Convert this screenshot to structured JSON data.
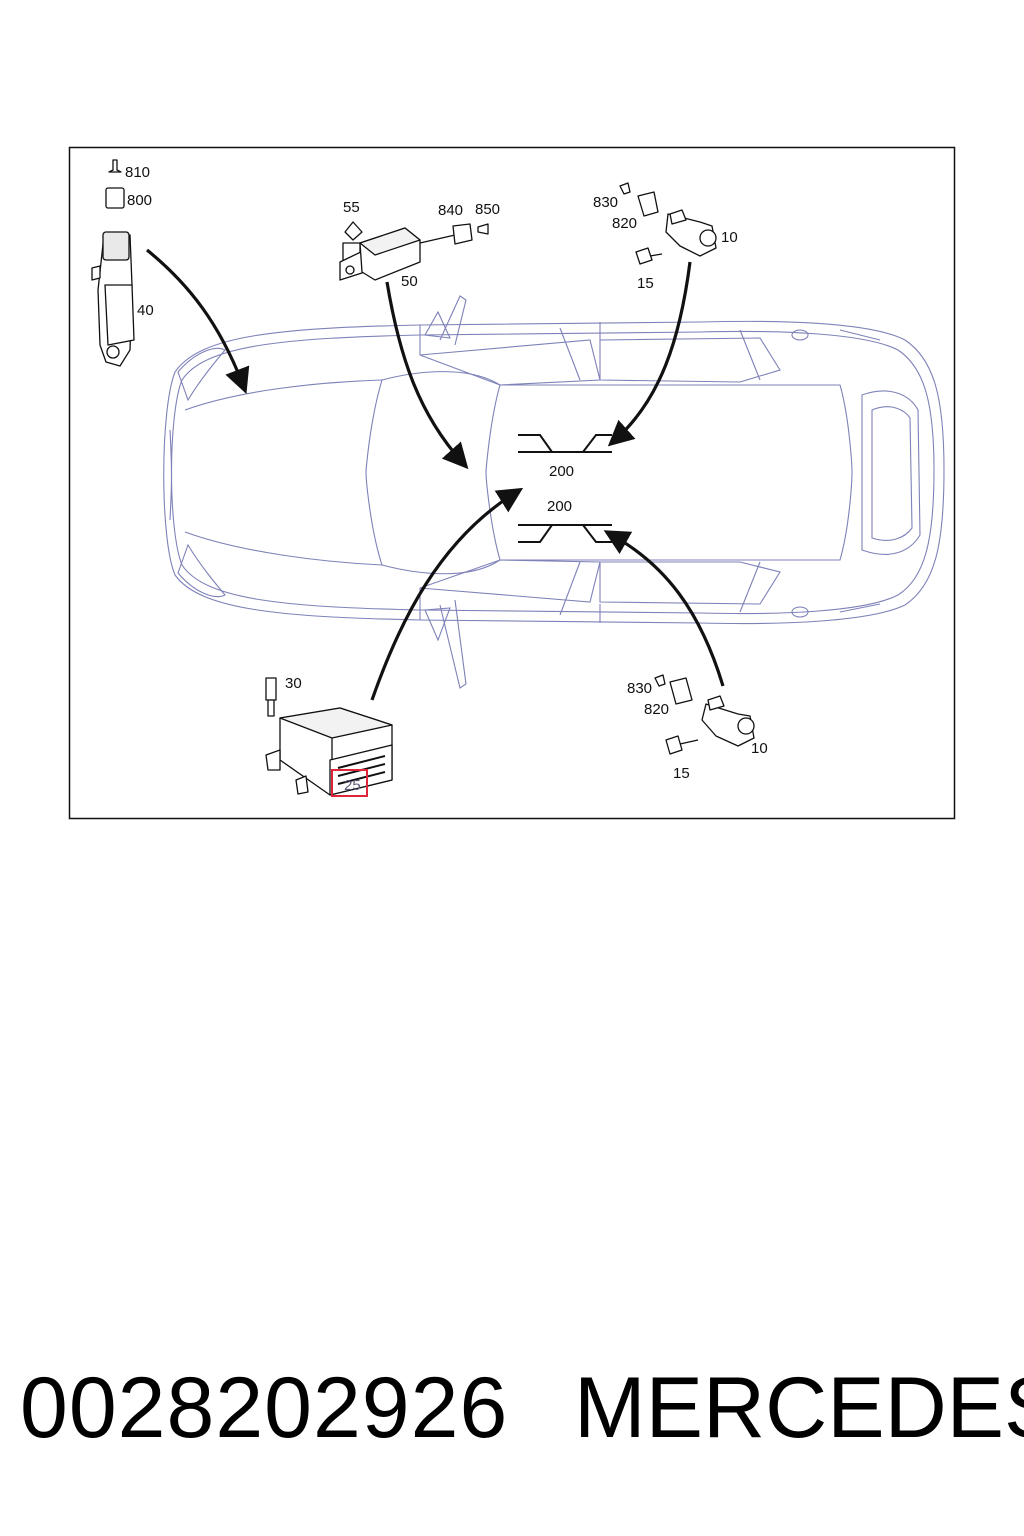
{
  "diagram": {
    "labels": {
      "l810": "810",
      "l800": "800",
      "l40": "40",
      "l55": "55",
      "l840": "840",
      "l850": "850",
      "l50": "50",
      "l830_top": "830",
      "l820_top": "820",
      "l10_top": "10",
      "l15_top": "15",
      "l200_top": "200",
      "l200_bottom": "200",
      "l30": "30",
      "l25": "25",
      "l830_bottom": "830",
      "l820_bottom": "820",
      "l10_bottom": "10",
      "l15_bottom": "15"
    },
    "highlight_color": "#e0243a"
  },
  "caption": {
    "part_number": "0028202926",
    "brand": "MERCEDES"
  }
}
